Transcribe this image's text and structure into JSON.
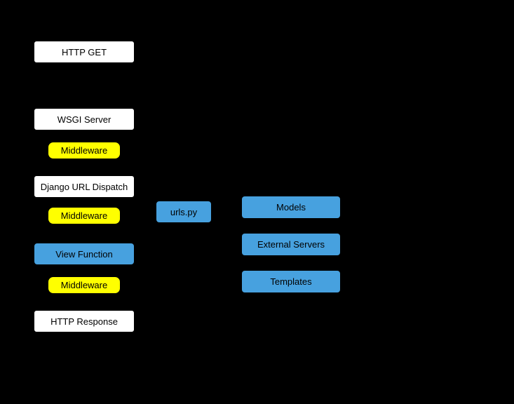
{
  "diagram": {
    "background_color": "#000000",
    "colors": {
      "plain_box": "#ffffff",
      "middleware_box": "#ffff00",
      "component_box": "#47a1df",
      "box_text": "#000000"
    },
    "nodes": [
      {
        "id": "http-get",
        "label": "HTTP GET",
        "type": "plain"
      },
      {
        "id": "wsgi-server",
        "label": "WSGI Server",
        "type": "plain"
      },
      {
        "id": "middleware-1",
        "label": "Middleware",
        "type": "middleware"
      },
      {
        "id": "django-url-dispatch",
        "label": "Django URL Dispatch",
        "type": "plain"
      },
      {
        "id": "middleware-2",
        "label": "Middleware",
        "type": "middleware"
      },
      {
        "id": "view-function",
        "label": "View Function",
        "type": "component"
      },
      {
        "id": "middleware-3",
        "label": "Middleware",
        "type": "middleware"
      },
      {
        "id": "http-response",
        "label": "HTTP Response",
        "type": "plain"
      },
      {
        "id": "urls-py",
        "label": "urls.py",
        "type": "component"
      },
      {
        "id": "models",
        "label": "Models",
        "type": "component"
      },
      {
        "id": "external-servers",
        "label": "External Servers",
        "type": "component"
      },
      {
        "id": "templates",
        "label": "Templates",
        "type": "component"
      }
    ]
  }
}
